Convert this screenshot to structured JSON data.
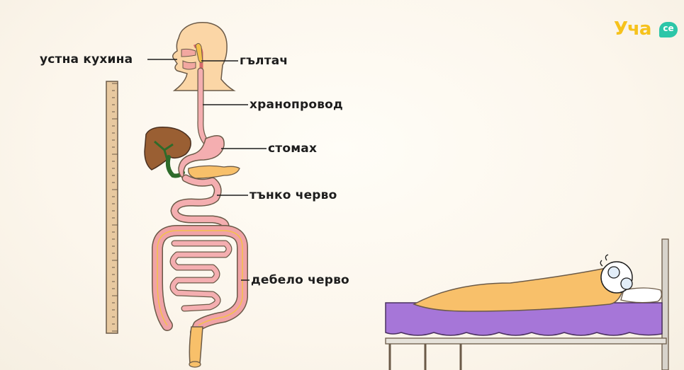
{
  "labels": {
    "mouth": "устна кухина",
    "pharynx": "гълтач",
    "esophagus": "хранопровод",
    "stomach": "стомах",
    "small_intestine": "тънко черво",
    "large_intestine": "дебело черво"
  },
  "logo": {
    "text": "Уча",
    "badge": "се"
  },
  "colors": {
    "background": "#fdf8f0",
    "skin": "#fbd6a6",
    "gut": "#f4aeb0",
    "liver": "#9a5f33",
    "bile": "#2e6b2a",
    "blanket": "#f8c06a",
    "mattress": "#a676d8",
    "logo_yellow": "#f6c21c",
    "logo_teal": "#2cc6a8"
  }
}
